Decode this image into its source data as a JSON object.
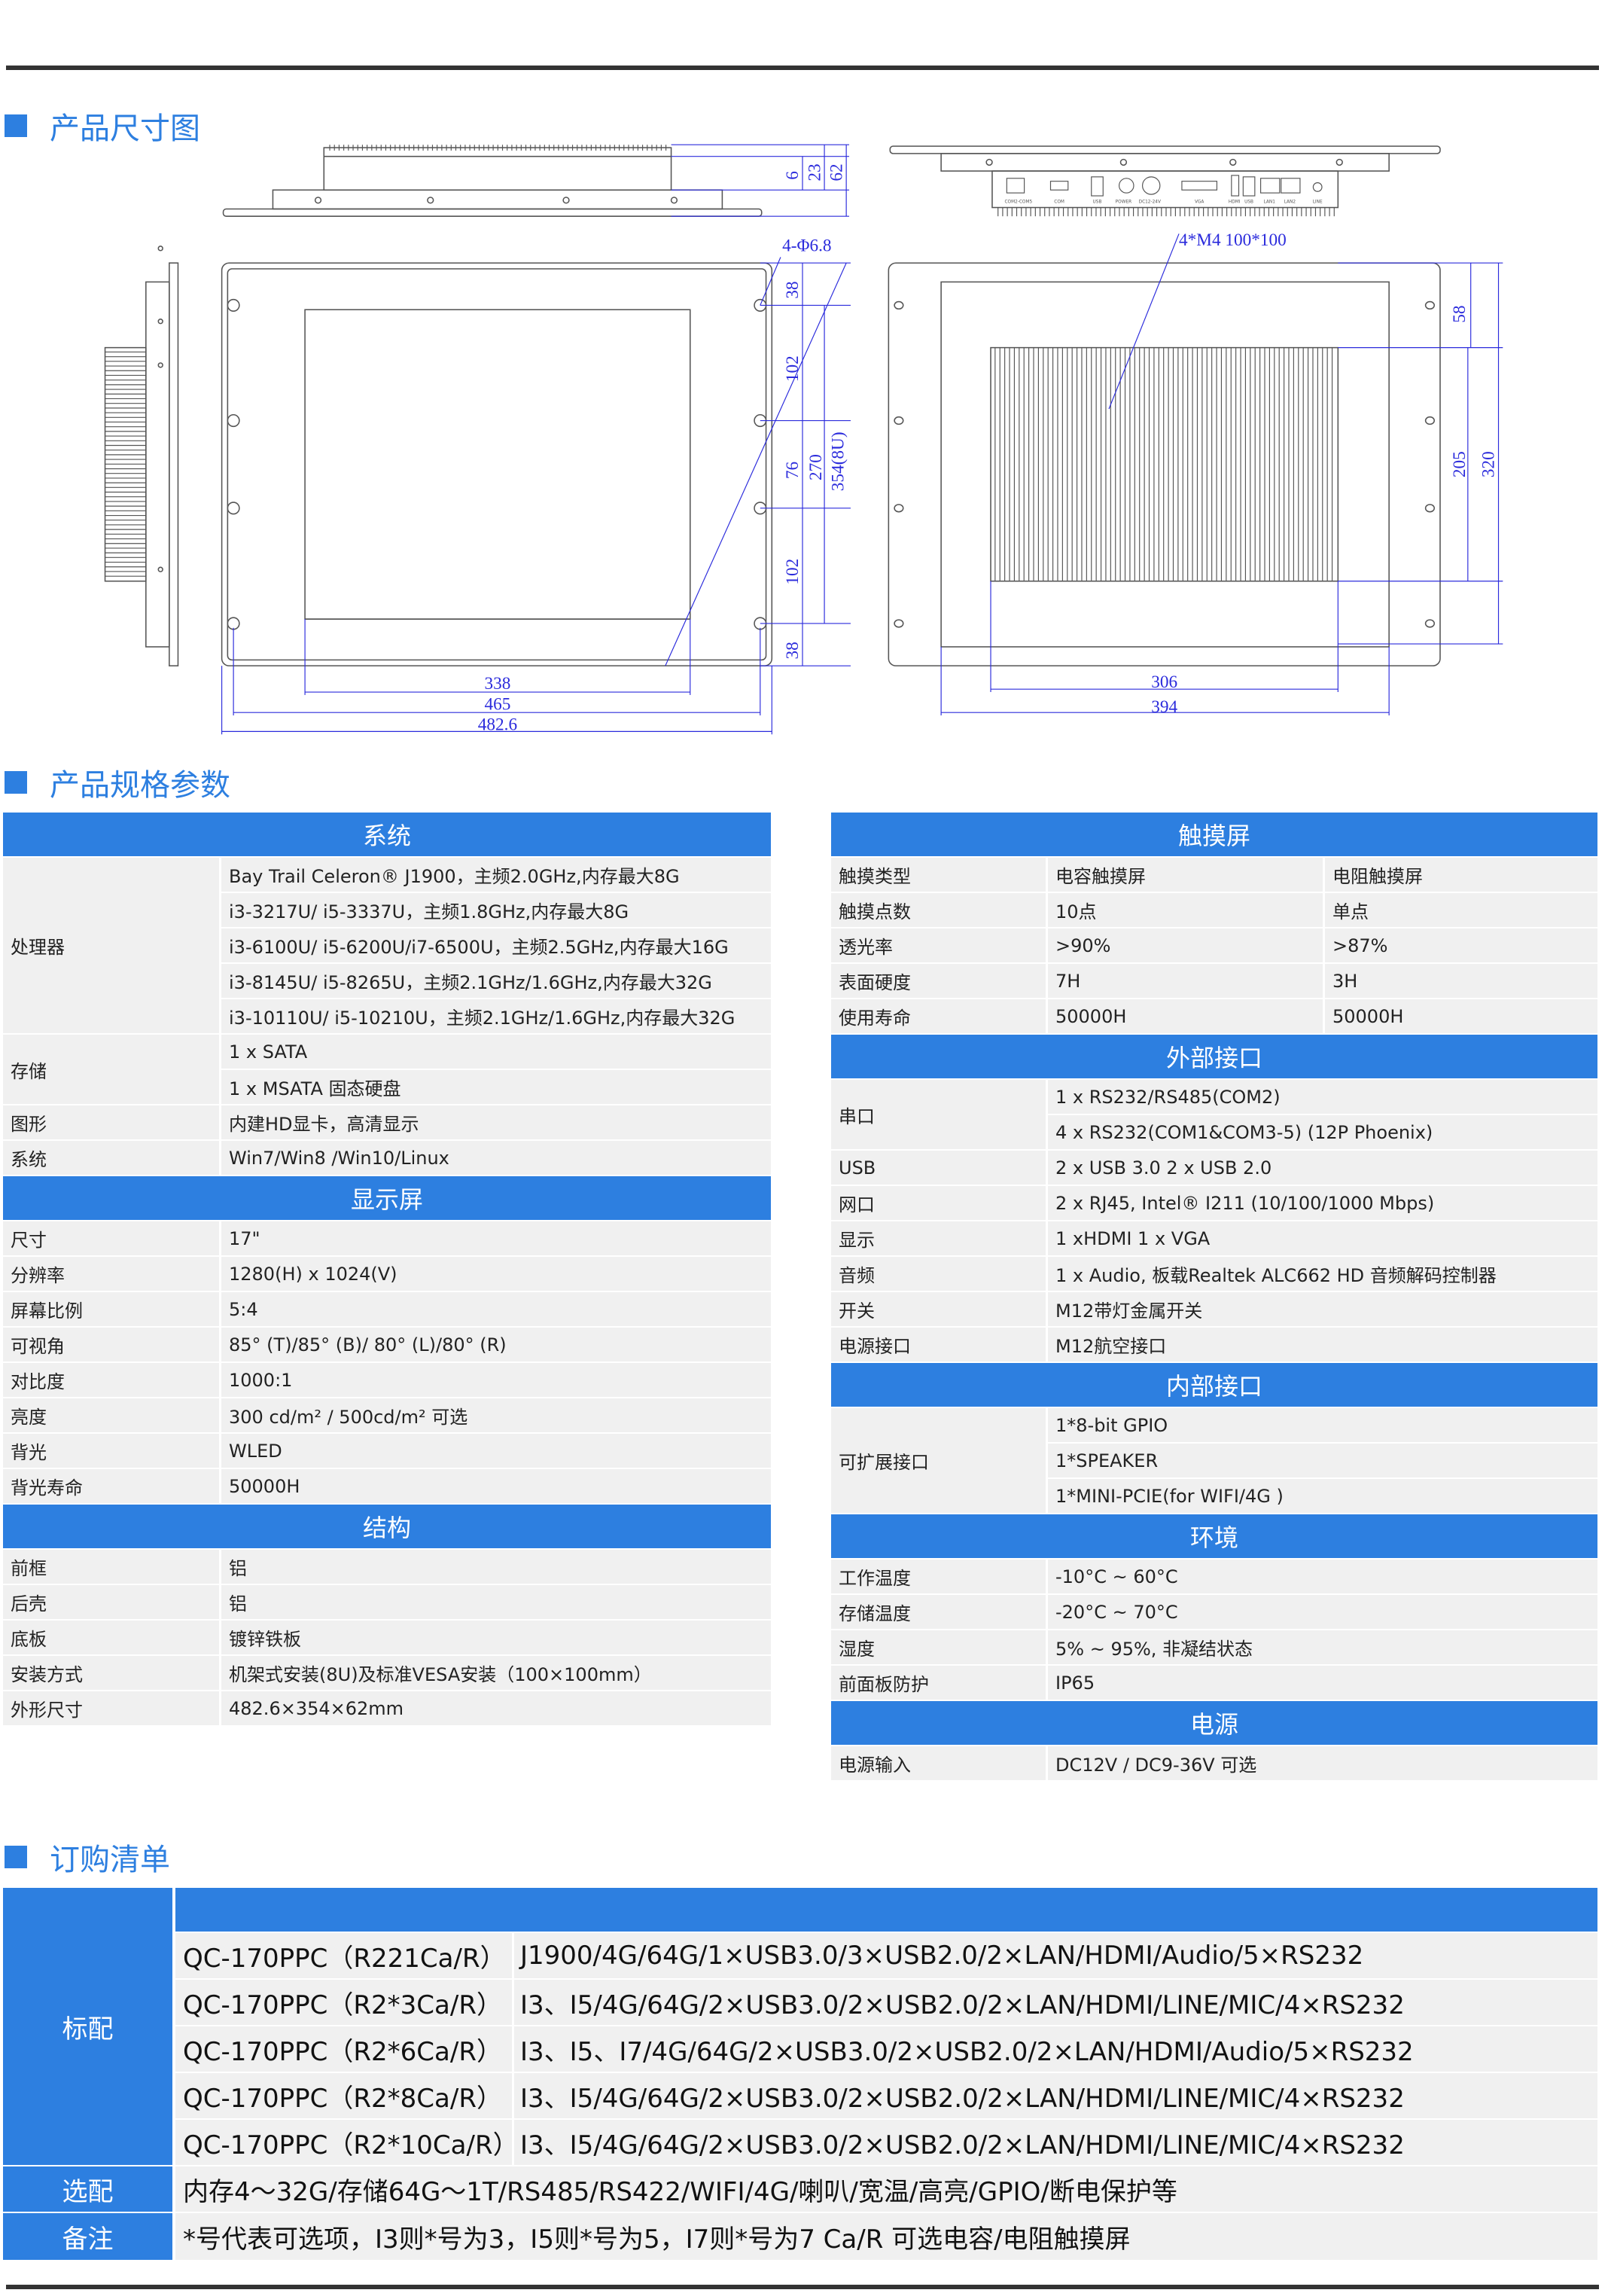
{
  "sections": {
    "dimensions": "产品尺寸图",
    "specs": "产品规格参数",
    "order": "订购清单"
  },
  "colors": {
    "accent": "#2d7fe0",
    "dimension_line": "#2b2bdc",
    "row_bg": "#f0f0f0"
  },
  "drawing": {
    "hole_label": "4-Φ6.8",
    "vesa_label": "4*M4  100*100",
    "side_dims": [
      "6",
      "23",
      "62"
    ],
    "front_vertical_dims": [
      "38",
      "102",
      "76",
      "102",
      "38"
    ],
    "front_total_dims": [
      "270",
      "354(8U)"
    ],
    "front_bottom_dims": [
      "338",
      "465",
      "482.6"
    ],
    "back_vertical_dims": [
      "58",
      "205",
      "320"
    ],
    "back_bottom_dims": [
      "306",
      "394"
    ],
    "port_labels": [
      "COM2-COM5",
      "COM",
      "USB",
      "POWER",
      "DC12-24V",
      "VGA",
      "HDMI",
      "USB",
      "LAN1",
      "LAN2",
      "LINE"
    ]
  },
  "left_table": [
    {
      "header": "系统",
      "rows": [
        {
          "label": "处理器",
          "values": [
            [
              "Bay Trail Celeron® J1900，主频2.0GHz,内存最大8G"
            ],
            [
              "i3-3217U/ i5-3337U，主频1.8GHz,内存最大8G"
            ],
            [
              "i3-6100U/ i5-6200U/i7-6500U，主频2.5GHz,内存最大16G"
            ],
            [
              "i3-8145U/ i5-8265U，主频2.1GHz/1.6GHz,内存最大32G"
            ],
            [
              "i3-10110U/ i5-10210U，主频2.1GHz/1.6GHz,内存最大32G"
            ]
          ]
        },
        {
          "label": "存储",
          "values": [
            [
              "1 x SATA"
            ],
            [
              "1 x  MSATA 固态硬盘"
            ]
          ]
        },
        {
          "label": "图形",
          "values": [
            [
              "内建HD显卡，高清显示"
            ]
          ]
        },
        {
          "label": "系统",
          "values": [
            [
              "Win7/Win8 /Win10/Linux"
            ]
          ]
        }
      ]
    },
    {
      "header": "显示屏",
      "rows": [
        {
          "label": "尺寸",
          "values": [
            [
              "17\""
            ]
          ]
        },
        {
          "label": "分辨率",
          "values": [
            [
              "1280(H) x 1024(V)"
            ]
          ]
        },
        {
          "label": "屏幕比例",
          "values": [
            [
              "5:4"
            ]
          ]
        },
        {
          "label": "可视角",
          "values": [
            [
              "85° (T)/85° (B)/ 80° (L)/80° (R)"
            ]
          ]
        },
        {
          "label": "对比度",
          "values": [
            [
              "1000:1"
            ]
          ]
        },
        {
          "label": "亮度",
          "values": [
            [
              "300 cd/m²   /   500cd/m² 可选"
            ]
          ]
        },
        {
          "label": "背光",
          "values": [
            [
              "WLED"
            ]
          ]
        },
        {
          "label": "背光寿命",
          "values": [
            [
              "50000H"
            ]
          ]
        }
      ]
    },
    {
      "header": "结构",
      "rows": [
        {
          "label": "前框",
          "values": [
            [
              "铝"
            ]
          ]
        },
        {
          "label": "后壳",
          "values": [
            [
              "铝"
            ]
          ]
        },
        {
          "label": "底板",
          "values": [
            [
              "镀锌铁板"
            ]
          ]
        },
        {
          "label": "安装方式",
          "values": [
            [
              "机架式安装(8U)及标准VESA安装（100×100mm）"
            ]
          ]
        },
        {
          "label": "外形尺寸",
          "values": [
            [
              "482.6×354×62mm"
            ]
          ]
        }
      ]
    }
  ],
  "right_table": [
    {
      "header": "触摸屏",
      "rows": [
        {
          "label": "触摸类型",
          "values": [
            [
              "电容触摸屏",
              "电阻触摸屏"
            ]
          ]
        },
        {
          "label": "触摸点数",
          "values": [
            [
              "10点",
              "单点"
            ]
          ]
        },
        {
          "label": "透光率",
          "values": [
            [
              ">90%",
              ">87%"
            ]
          ]
        },
        {
          "label": "表面硬度",
          "values": [
            [
              "7H",
              "3H"
            ]
          ]
        },
        {
          "label": "使用寿命",
          "values": [
            [
              "50000H",
              "50000H"
            ]
          ]
        }
      ]
    },
    {
      "header": "外部接口",
      "rows": [
        {
          "label": "串口",
          "values": [
            [
              "1 x RS232/RS485(COM2)"
            ],
            [
              "4 x RS232(COM1&COM3-5) (12P Phoenix)"
            ]
          ]
        },
        {
          "label": "USB",
          "values": [
            [
              "2 x USB 3.0       2 x USB 2.0"
            ]
          ]
        },
        {
          "label": "网口",
          "values": [
            [
              "2 x RJ45, Intel® I211 (10/100/1000 Mbps)"
            ]
          ]
        },
        {
          "label": "显示",
          "values": [
            [
              "1 xHDMI           1 x VGA"
            ]
          ]
        },
        {
          "label": "音频",
          "values": [
            [
              "1 x Audio, 板载Realtek ALC662 HD 音频解码控制器"
            ]
          ]
        },
        {
          "label": "开关",
          "values": [
            [
              "M12带灯金属开关"
            ]
          ]
        },
        {
          "label": "电源接口",
          "values": [
            [
              "M12航空接口"
            ]
          ]
        }
      ]
    },
    {
      "header": "内部接口",
      "rows": [
        {
          "label": "可扩展接口",
          "values": [
            [
              "1*8-bit GPIO"
            ],
            [
              "1*SPEAKER"
            ],
            [
              "1*MINI-PCIE(for WIFI/4G )"
            ]
          ]
        }
      ]
    },
    {
      "header": "环境",
      "rows": [
        {
          "label": "工作温度",
          "values": [
            [
              "-10°C ~ 60°C"
            ]
          ]
        },
        {
          "label": "存储温度",
          "values": [
            [
              "-20°C ~ 70°C"
            ]
          ]
        },
        {
          "label": "湿度",
          "values": [
            [
              "5% ~ 95%, 非凝结状态"
            ]
          ]
        },
        {
          "label": "前面板防护",
          "values": [
            [
              "IP65"
            ]
          ]
        }
      ]
    },
    {
      "header": "电源",
      "rows": [
        {
          "label": "电源输入",
          "values": [
            [
              "DC12V / DC9-36V 可选"
            ]
          ]
        }
      ]
    }
  ],
  "order": {
    "standard_label": "标配",
    "standard": [
      {
        "model": "QC-170PPC（R221Ca/R）",
        "config": "J1900/4G/64G/1×USB3.0/3×USB2.0/2×LAN/HDMI/Audio/5×RS232"
      },
      {
        "model": "QC-170PPC（R2*3Ca/R）",
        "config": "I3、I5/4G/64G/2×USB3.0/2×USB2.0/2×LAN/HDMI/LINE/MIC/4×RS232"
      },
      {
        "model": "QC-170PPC（R2*6Ca/R）",
        "config": "I3、I5、I7/4G/64G/2×USB3.0/2×USB2.0/2×LAN/HDMI/Audio/5×RS232"
      },
      {
        "model": "QC-170PPC（R2*8Ca/R）",
        "config": "I3、I5/4G/64G/2×USB3.0/2×USB2.0/2×LAN/HDMI/LINE/MIC/4×RS232"
      },
      {
        "model": "QC-170PPC（R2*10Ca/R）",
        "config": "I3、I5/4G/64G/2×USB3.0/2×USB2.0/2×LAN/HDMI/LINE/MIC/4×RS232"
      }
    ],
    "optional_label": "选配",
    "optional": "内存4～32G/存储64G～1T/RS485/RS422/WIFI/4G/喇叭/宽温/高亮/GPIO/断电保护等",
    "note_label": "备注",
    "note": "*号代表可选项，I3则*号为3，I5则*号为5，I7则*号为7   Ca/R 可选电容/电阻触摸屏"
  }
}
